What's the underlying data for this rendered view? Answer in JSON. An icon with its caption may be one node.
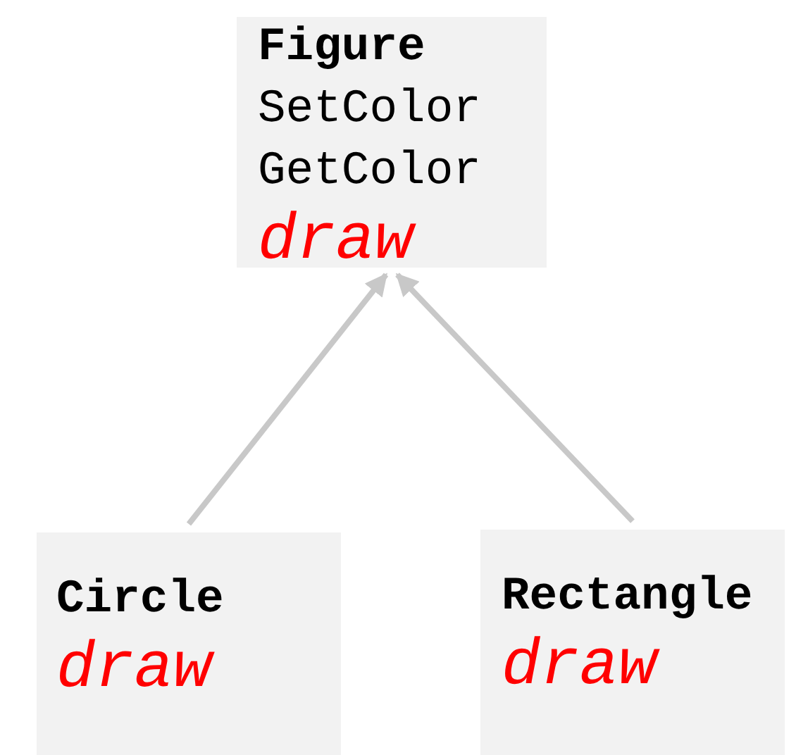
{
  "diagram": {
    "nodes": [
      {
        "text": [
          "Figure",
          "SetColor",
          "GetColor",
          "draw"
        ]
      },
      {
        "text": [
          "Circle",
          "draw"
        ]
      },
      {
        "text": [
          "Rectangle",
          "draw"
        ]
      }
    ],
    "edges": [
      {
        "from": 1,
        "to": 0,
        "arrow": "to"
      },
      {
        "from": 2,
        "to": 0,
        "arrow": "to"
      }
    ]
  }
}
